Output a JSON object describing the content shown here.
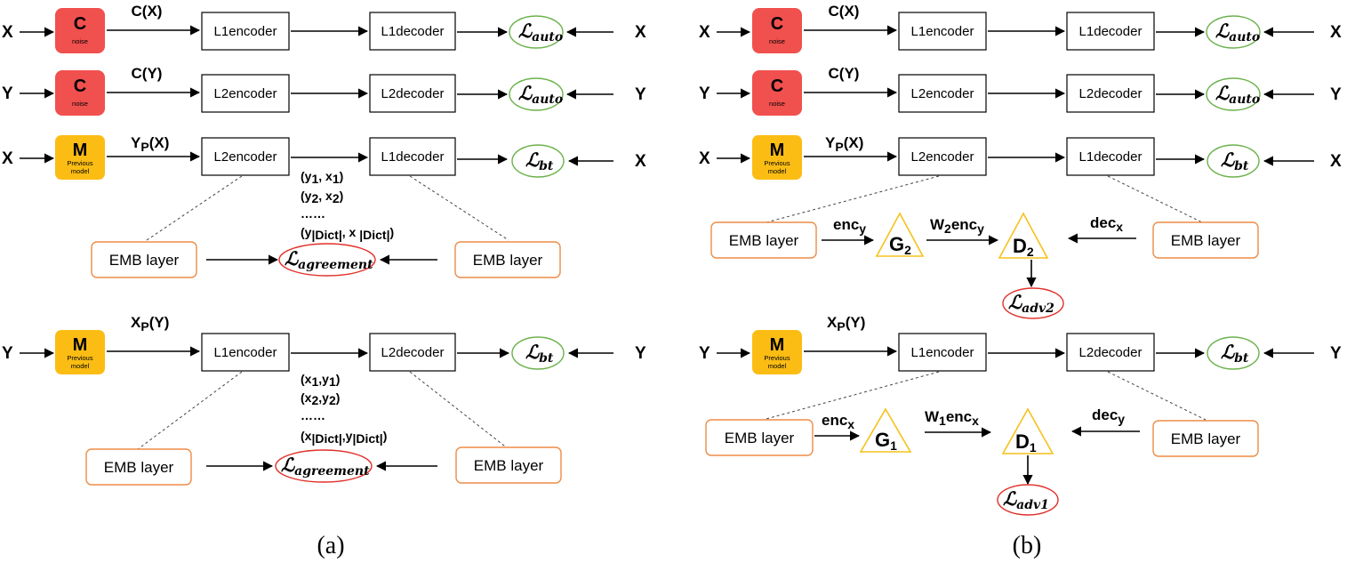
{
  "panel_a": {
    "caption": "(a)",
    "row1": {
      "input": "X",
      "noise_letter": "C",
      "noise_sub": "noise",
      "edge": "C(X)",
      "encoder": "L1encoder",
      "decoder": "L1decoder",
      "loss": "ℒ",
      "loss_sub": "auto",
      "target": "X"
    },
    "row2": {
      "input": "Y",
      "noise_letter": "C",
      "noise_sub": "noise",
      "edge": "C(Y)",
      "encoder": "L2encoder",
      "decoder": "L2decoder",
      "loss": "ℒ",
      "loss_sub": "auto",
      "target": "Y"
    },
    "row3": {
      "input": "X",
      "model_letter": "M",
      "model_sub1": "Previous",
      "model_sub2": "model",
      "edge": "Y",
      "edge_sub": "P",
      "edge_arg": "(X)",
      "encoder": "L2encoder",
      "decoder": "L1decoder",
      "loss": "ℒ",
      "loss_sub": "bt",
      "target": "X",
      "pairs": [
        "(y1, x1)",
        "(y2, x2)",
        "……",
        "(y|Dict|, x |Dict|)"
      ],
      "emb_left": "EMB layer",
      "emb_right": "EMB layer",
      "agree_loss": "ℒ",
      "agree_sub": "agreement"
    },
    "row4": {
      "input": "Y",
      "model_letter": "M",
      "model_sub1": "Previous",
      "model_sub2": "model",
      "edge": "X",
      "edge_sub": "P",
      "edge_arg": "(Y)",
      "encoder": "L1encoder",
      "decoder": "L2decoder",
      "loss": "ℒ",
      "loss_sub": "bt",
      "target": "Y",
      "pairs": [
        "(x1,y1)",
        "(x2,y2)",
        "……",
        "(x|Dict|,y|Dict|)"
      ],
      "emb_left": "EMB layer",
      "emb_right": "EMB layer",
      "agree_loss": "ℒ",
      "agree_sub": "agreement"
    }
  },
  "panel_b": {
    "caption": "(b)",
    "row1": {
      "input": "X",
      "noise_letter": "C",
      "noise_sub": "noise",
      "edge": "C(X)",
      "encoder": "L1encoder",
      "decoder": "L1decoder",
      "loss": "ℒ",
      "loss_sub": "auto",
      "target": "X"
    },
    "row2": {
      "input": "Y",
      "noise_letter": "C",
      "noise_sub": "noise",
      "edge": "C(Y)",
      "encoder": "L2encoder",
      "decoder": "L2decoder",
      "loss": "ℒ",
      "loss_sub": "auto",
      "target": "Y"
    },
    "row3": {
      "input": "X",
      "model_letter": "M",
      "model_sub1": "Previous",
      "model_sub2": "model",
      "edge": "Y",
      "edge_sub": "P",
      "edge_arg": "(X)",
      "encoder": "L2encoder",
      "decoder": "L1decoder",
      "loss": "ℒ",
      "loss_sub": "bt",
      "target": "X",
      "emb_left": "EMB layer",
      "emb_right": "EMB layer",
      "enc_label": "enc",
      "enc_sub": "y",
      "gen": "G",
      "gen_sub": "2",
      "w_label": "W",
      "w_sub": "2",
      "w_rest": "enc",
      "w_rest_sub": "y",
      "disc": "D",
      "disc_sub": "2",
      "dec_label": "dec",
      "dec_sub": "x",
      "adv_loss": "ℒ",
      "adv_sub": "adv2"
    },
    "row4": {
      "input": "Y",
      "model_letter": "M",
      "model_sub1": "Previous",
      "model_sub2": "model",
      "edge": "X",
      "edge_sub": "P",
      "edge_arg": "(Y)",
      "encoder": "L1encoder",
      "decoder": "L2decoder",
      "loss": "ℒ",
      "loss_sub": "bt",
      "target": "Y",
      "emb_left": "EMB layer",
      "emb_right": "EMB layer",
      "enc_label": "enc",
      "enc_sub": "x",
      "gen": "G",
      "gen_sub": "1",
      "w_label": "W",
      "w_sub": "1",
      "w_rest": "enc",
      "w_rest_sub": "x",
      "disc": "D",
      "disc_sub": "1",
      "dec_label": "dec",
      "dec_sub": "y",
      "adv_loss": "ℒ",
      "adv_sub": "adv1"
    }
  }
}
